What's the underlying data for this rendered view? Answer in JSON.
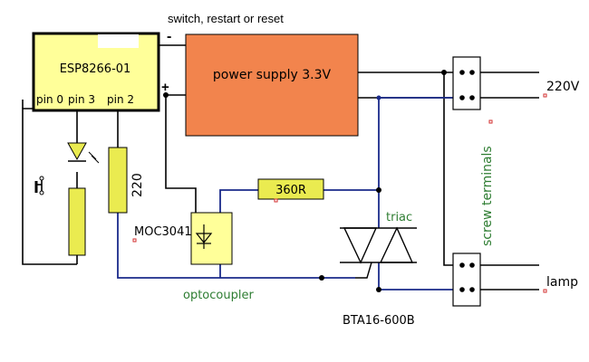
{
  "labels": {
    "mcu": "ESP8266-01",
    "pin0": "pin 0",
    "pin3": "pin 3",
    "pin2": "pin 2",
    "switch_note": "switch, restart or reset",
    "minus": "-",
    "plus": "+",
    "psu": "power supply 3.3V",
    "ac": "220V",
    "lamp": "lamp",
    "screw": "screw terminals",
    "r1": "220",
    "r2": "360R",
    "opto_part": "MOC3041",
    "opto": "optocoupler",
    "triac": "triac",
    "triac_part": "BTA16-600B"
  },
  "colors": {
    "wire_black": "#000000",
    "wire_blue": "#1a2a8a",
    "mcu_fill": "#ffff99",
    "psu_fill": "#f2844d",
    "resistor_fill": "#eaeb50",
    "led_fill": "#eaeb50",
    "opto_fill": "#ffff99",
    "green_text": "#2e7d32",
    "pin_marker": "#d32f2f"
  },
  "icons": [
    "push-button-icon",
    "led-icon",
    "resistor-icon",
    "optocoupler-icon",
    "triac-icon",
    "screw-terminal-icon"
  ]
}
